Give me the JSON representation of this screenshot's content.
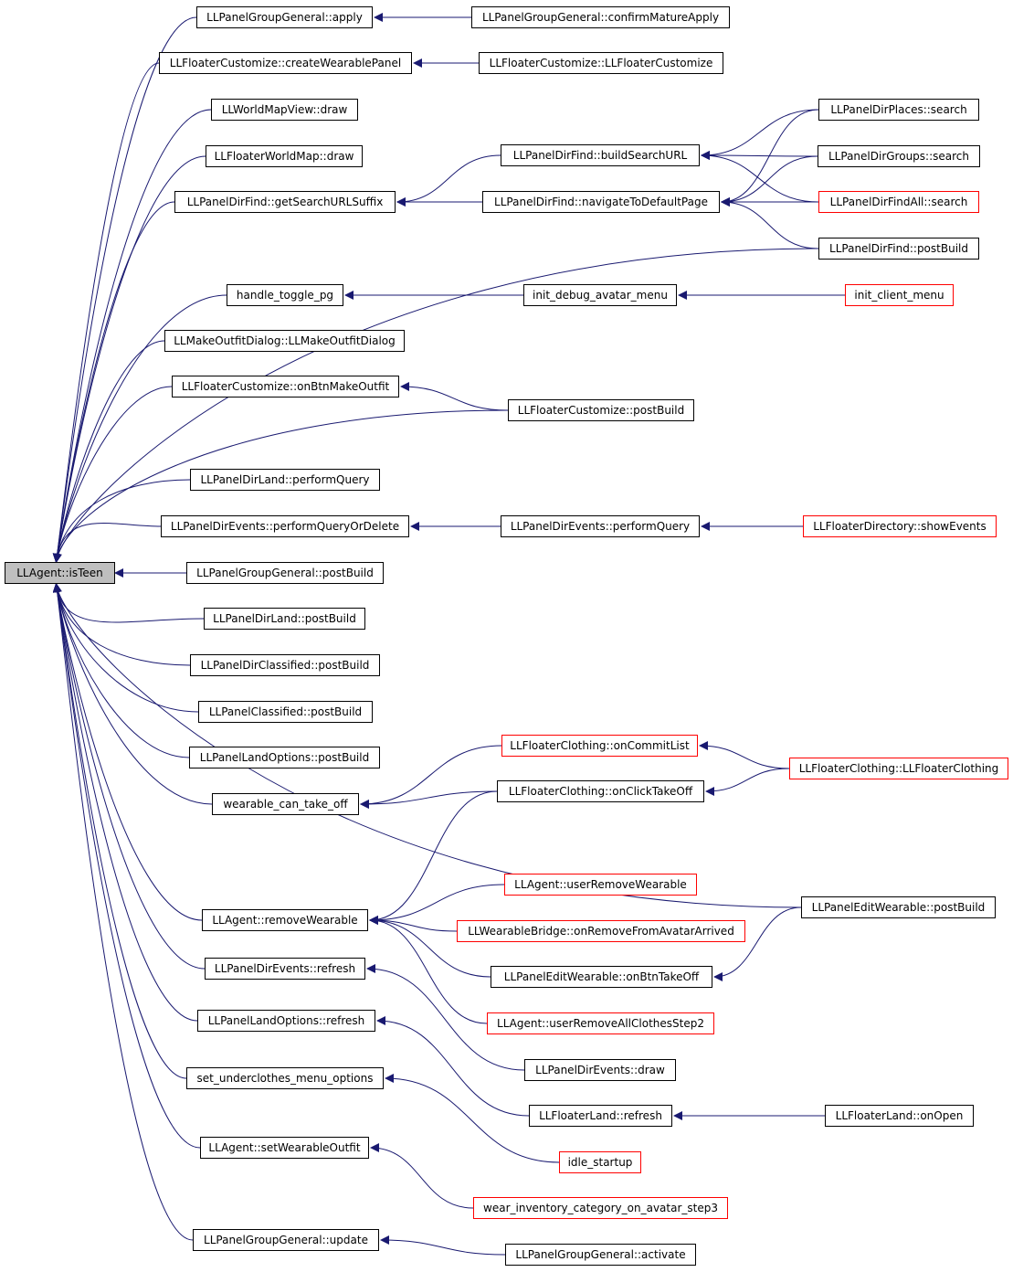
{
  "nodes": {
    "root": {
      "label": "LLAgent::isTeen"
    },
    "a1": {
      "label": "LLPanelGroupGeneral::apply"
    },
    "a2": {
      "label": "LLFloaterCustomize::createWearablePanel"
    },
    "a3": {
      "label": "LLWorldMapView::draw"
    },
    "a4": {
      "label": "LLFloaterWorldMap::draw"
    },
    "a5": {
      "label": "LLPanelDirFind::getSearchURLSuffix"
    },
    "a6": {
      "label": "handle_toggle_pg"
    },
    "a7": {
      "label": "LLMakeOutfitDialog::LLMakeOutfitDialog"
    },
    "a8": {
      "label": "LLFloaterCustomize::onBtnMakeOutfit"
    },
    "a9": {
      "label": "LLPanelDirLand::performQuery"
    },
    "a10": {
      "label": "LLPanelDirEvents::performQueryOrDelete"
    },
    "a11": {
      "label": "LLPanelGroupGeneral::postBuild"
    },
    "a12": {
      "label": "LLPanelDirLand::postBuild"
    },
    "a13": {
      "label": "LLPanelDirClassified::postBuild"
    },
    "a14": {
      "label": "LLPanelClassified::postBuild"
    },
    "a15": {
      "label": "LLPanelLandOptions::postBuild"
    },
    "a16": {
      "label": "wearable_can_take_off"
    },
    "a17": {
      "label": "LLAgent::removeWearable"
    },
    "a18": {
      "label": "LLPanelDirEvents::refresh"
    },
    "a19": {
      "label": "LLPanelLandOptions::refresh"
    },
    "a20": {
      "label": "set_underclothes_menu_options"
    },
    "a21": {
      "label": "LLAgent::setWearableOutfit"
    },
    "a22": {
      "label": "LLPanelGroupGeneral::update"
    },
    "b1": {
      "label": "LLPanelGroupGeneral::confirmMatureApply"
    },
    "b2": {
      "label": "LLFloaterCustomize::LLFloaterCustomize"
    },
    "b3": {
      "label": "LLPanelDirFind::buildSearchURL"
    },
    "b4": {
      "label": "LLPanelDirFind::navigateToDefaultPage"
    },
    "b5": {
      "label": "init_debug_avatar_menu"
    },
    "b6": {
      "label": "LLFloaterCustomize::postBuild"
    },
    "b7": {
      "label": "LLPanelDirEvents::performQuery"
    },
    "b8": {
      "label": "LLFloaterClothing::onCommitList"
    },
    "b9": {
      "label": "LLFloaterClothing::onClickTakeOff"
    },
    "b10": {
      "label": "LLAgent::userRemoveWearable"
    },
    "b11": {
      "label": "LLWearableBridge::onRemoveFromAvatarArrived"
    },
    "b12": {
      "label": "LLPanelEditWearable::onBtnTakeOff"
    },
    "b13": {
      "label": "LLAgent::userRemoveAllClothesStep2"
    },
    "b14": {
      "label": "LLPanelDirEvents::draw"
    },
    "b15": {
      "label": "LLFloaterLand::refresh"
    },
    "b16": {
      "label": "idle_startup"
    },
    "b17": {
      "label": "wear_inventory_category_on_avatar_step3"
    },
    "b18": {
      "label": "LLPanelGroupGeneral::activate"
    },
    "c1": {
      "label": "LLPanelDirPlaces::search"
    },
    "c2": {
      "label": "LLPanelDirGroups::search"
    },
    "c3": {
      "label": "LLPanelDirFindAll::search"
    },
    "c4": {
      "label": "LLPanelDirFind::postBuild"
    },
    "c5": {
      "label": "init_client_menu"
    },
    "c6": {
      "label": "LLFloaterDirectory::showEvents"
    },
    "c7": {
      "label": "LLFloaterClothing::LLFloaterClothing"
    },
    "c8": {
      "label": "LLPanelEditWearable::postBuild"
    },
    "c9": {
      "label": "LLFloaterLand::onOpen"
    }
  },
  "edges": [
    [
      "a1",
      "root"
    ],
    [
      "a2",
      "root"
    ],
    [
      "a3",
      "root"
    ],
    [
      "a4",
      "root"
    ],
    [
      "a5",
      "root"
    ],
    [
      "c4",
      "root"
    ],
    [
      "a6",
      "root"
    ],
    [
      "a7",
      "root"
    ],
    [
      "a8",
      "root"
    ],
    [
      "b6",
      "root"
    ],
    [
      "a9",
      "root"
    ],
    [
      "a10",
      "root"
    ],
    [
      "a11",
      "root"
    ],
    [
      "a12",
      "root"
    ],
    [
      "a13",
      "root"
    ],
    [
      "a14",
      "root"
    ],
    [
      "a15",
      "root"
    ],
    [
      "a16",
      "root"
    ],
    [
      "c8",
      "root"
    ],
    [
      "a17",
      "root"
    ],
    [
      "a18",
      "root"
    ],
    [
      "a19",
      "root"
    ],
    [
      "a20",
      "root"
    ],
    [
      "a21",
      "root"
    ],
    [
      "a22",
      "root"
    ],
    [
      "b1",
      "a1"
    ],
    [
      "b2",
      "a2"
    ],
    [
      "b3",
      "a5"
    ],
    [
      "b4",
      "a5"
    ],
    [
      "c1",
      "b3"
    ],
    [
      "c2",
      "b3"
    ],
    [
      "c3",
      "b3"
    ],
    [
      "c1",
      "b4"
    ],
    [
      "c2",
      "b4"
    ],
    [
      "c3",
      "b4"
    ],
    [
      "c4",
      "b4"
    ],
    [
      "b5",
      "a6"
    ],
    [
      "c5",
      "b5"
    ],
    [
      "b6",
      "a8"
    ],
    [
      "b7",
      "a10"
    ],
    [
      "c6",
      "b7"
    ],
    [
      "b8",
      "a16"
    ],
    [
      "b9",
      "a16"
    ],
    [
      "c7",
      "b8"
    ],
    [
      "c7",
      "b9"
    ],
    [
      "b9",
      "a17"
    ],
    [
      "b10",
      "a17"
    ],
    [
      "b11",
      "a17"
    ],
    [
      "b12",
      "a17"
    ],
    [
      "b13",
      "a17"
    ],
    [
      "c8",
      "b12"
    ],
    [
      "b14",
      "a18"
    ],
    [
      "b15",
      "a19"
    ],
    [
      "c9",
      "b15"
    ],
    [
      "b16",
      "a20"
    ],
    [
      "b17",
      "a21"
    ],
    [
      "b18",
      "a22"
    ]
  ],
  "colors": {
    "edge": "#191970",
    "node_border": "#000000",
    "truncated_border": "#ff0000",
    "root_fill": "#bfbfbf"
  }
}
